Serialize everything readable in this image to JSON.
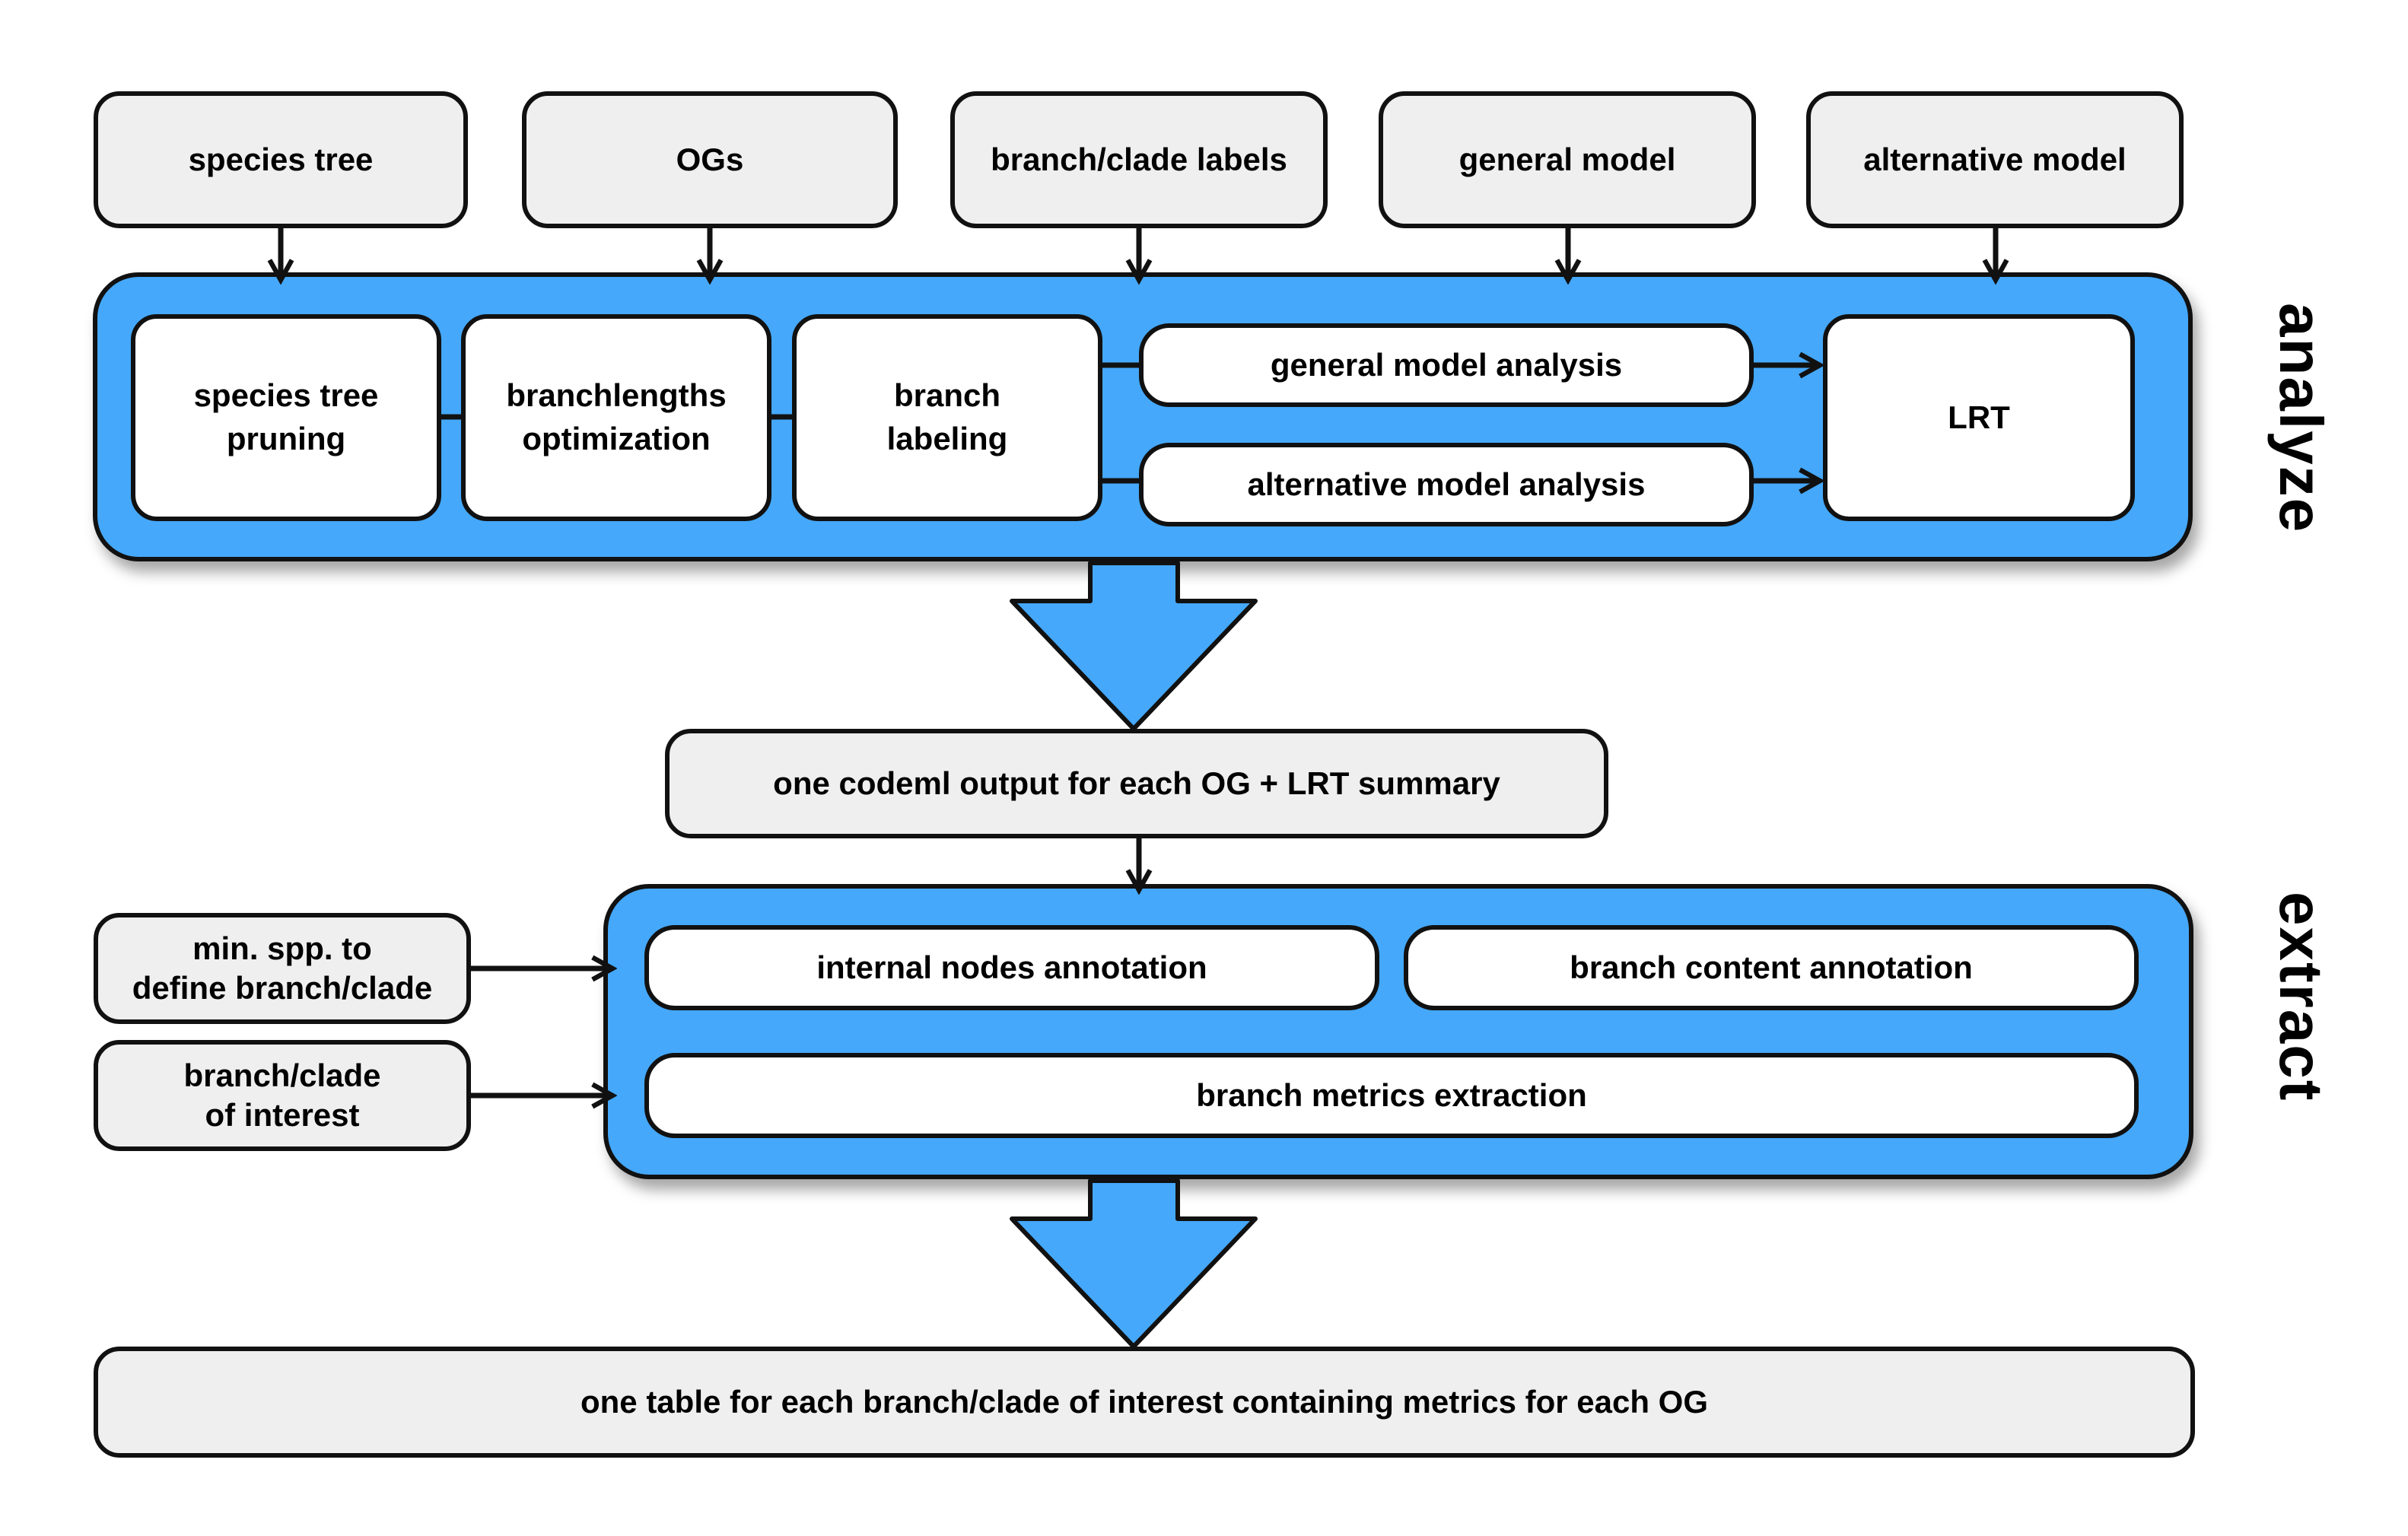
{
  "inputs": {
    "species_tree": "species tree",
    "ogs": "OGs",
    "branch_clade_labels": "branch/clade labels",
    "general_model": "general model",
    "alternative_model": "alternative model"
  },
  "analyze": {
    "label": "analyze",
    "species_tree_pruning_1": "species tree",
    "species_tree_pruning_2": "pruning",
    "branchlengths_1": "branchlengths",
    "branchlengths_2": "optimization",
    "branch_labeling_1": "branch",
    "branch_labeling_2": "labeling",
    "general_model_analysis": "general model analysis",
    "alternative_model_analysis": "alternative model analysis",
    "lrt": "LRT"
  },
  "codeml_output": "one codeml output for each OG + LRT summary",
  "extract": {
    "label": "extract",
    "min_spp_1": "min. spp. to",
    "min_spp_2": "define branch/clade",
    "branch_of_interest_1": "branch/clade",
    "branch_of_interest_2": "of interest",
    "internal_nodes": "internal nodes annotation",
    "branch_content": "branch content annotation",
    "branch_metrics": "branch metrics extraction"
  },
  "final_output": "one table for each branch/clade of interest containing metrics for each OG",
  "colors": {
    "panel_blue": "#45a8fa",
    "box_grey": "#efefef",
    "outline": "#111111"
  }
}
